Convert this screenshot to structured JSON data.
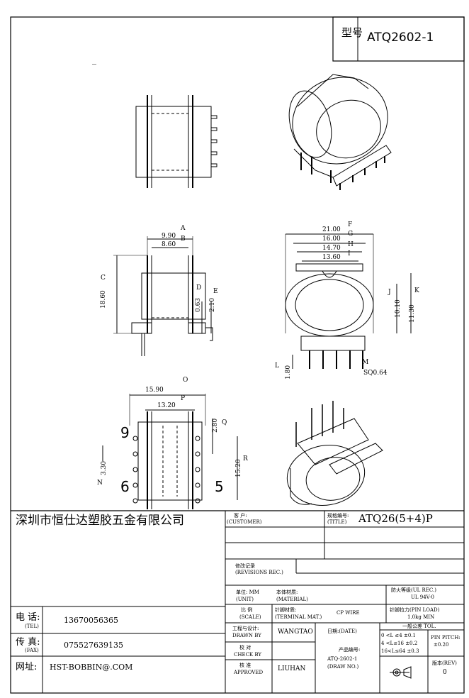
{
  "header": {
    "model_label": "型号",
    "model_value": "ATQ2602-1",
    "stray_mark": "_"
  },
  "dimensions": {
    "A": {
      "letter": "A",
      "value": "9.90"
    },
    "B": {
      "letter": "B",
      "value": "8.60"
    },
    "C": {
      "letter": "C",
      "value": "18.60"
    },
    "D": {
      "letter": "D",
      "value": "0.63"
    },
    "E": {
      "letter": "E",
      "value": "2.10"
    },
    "F": {
      "letter": "F",
      "value": "21.00"
    },
    "G": {
      "letter": "G",
      "value": "16.00"
    },
    "H": {
      "letter": "H",
      "value": "14.70"
    },
    "I": {
      "letter": "I",
      "value": "13.60"
    },
    "J": {
      "letter": "J",
      "value": "10.10"
    },
    "K": {
      "letter": "K",
      "value": "11.30"
    },
    "L": {
      "letter": "L",
      "value": "1.80"
    },
    "M": {
      "letter": "M",
      "value": "SQ0.64"
    },
    "O": {
      "letter": "O",
      "value": "15.90"
    },
    "P": {
      "letter": "P",
      "value": "13.20"
    },
    "Q": {
      "letter": "Q",
      "value": "2.80"
    },
    "R": {
      "letter": "R",
      "value": "15.20"
    },
    "N": {
      "letter": "N",
      "value": "3.30"
    }
  },
  "pin_marks": {
    "nine": "9",
    "six": "6",
    "five": "5"
  },
  "title_block": {
    "company": "深圳市恒仕达塑胶五金有限公司",
    "customer_label_cn": "客 户:",
    "customer_label_en": "(CUSTOMER)",
    "spec_label_cn": "规格编号:",
    "spec_label_en": "(TITLE)",
    "spec_value": "ATQ26(5+4)P",
    "revision_label_cn": "修改记录",
    "revision_label_en": "(REVISIONS REC.)",
    "unit_label_cn": "单位: MM",
    "unit_label_en": "(UNIT)",
    "material_label_cn": "本体材质:",
    "material_label_en": "(MATERIAL)",
    "flame_label": "防火等级(UL REC.)",
    "flame_value": "UL 94V-0",
    "scale_label_cn": "比 例",
    "scale_label_en": "(SCALE)",
    "terminal_label_cn": "针脚材质:",
    "terminal_label_en": "(TERMINAL MAT.)",
    "terminal_value": "CP WIRE",
    "pin_load_label": "针脚拉力(PIN LOAD)",
    "pin_load_value": "1.0kg MIN",
    "tel_label": "电 话:",
    "tel_label_en": "(TEL)",
    "tel_value": "13670056365",
    "fax_label": "传 真:",
    "fax_label_en": "(FAX)",
    "fax_value": "075527639135",
    "web_label": "网址:",
    "web_value": "HST-BOBBIN@.COM",
    "drawn_label_cn": "工程与设计:",
    "drawn_label_en": "DRAWN BY",
    "drawn_value": "WANGTAO",
    "date_label": "日期:(DATE)",
    "tol_title": "一般公差 TOL.",
    "tol_rows": [
      "0 <L ≤4  ±0.1",
      "4 <L≤16 ±0.2",
      "16<L≤64 ±0.3"
    ],
    "pin_pitch_label": "PIN PITCH:",
    "pin_pitch_value": "±0.20",
    "check_label_cn": "校 对",
    "check_label_en": "CHECK BY",
    "product_no_label": "产品编号:",
    "product_no_value": "ATQ-2602-1",
    "product_no_label_en": "(DRAW NO.)",
    "approved_label_cn": "核 准",
    "approved_label_en": "APPROVED",
    "approved_value": "LIUHAN",
    "rev_label": "版本(REV)",
    "rev_value": "0"
  }
}
